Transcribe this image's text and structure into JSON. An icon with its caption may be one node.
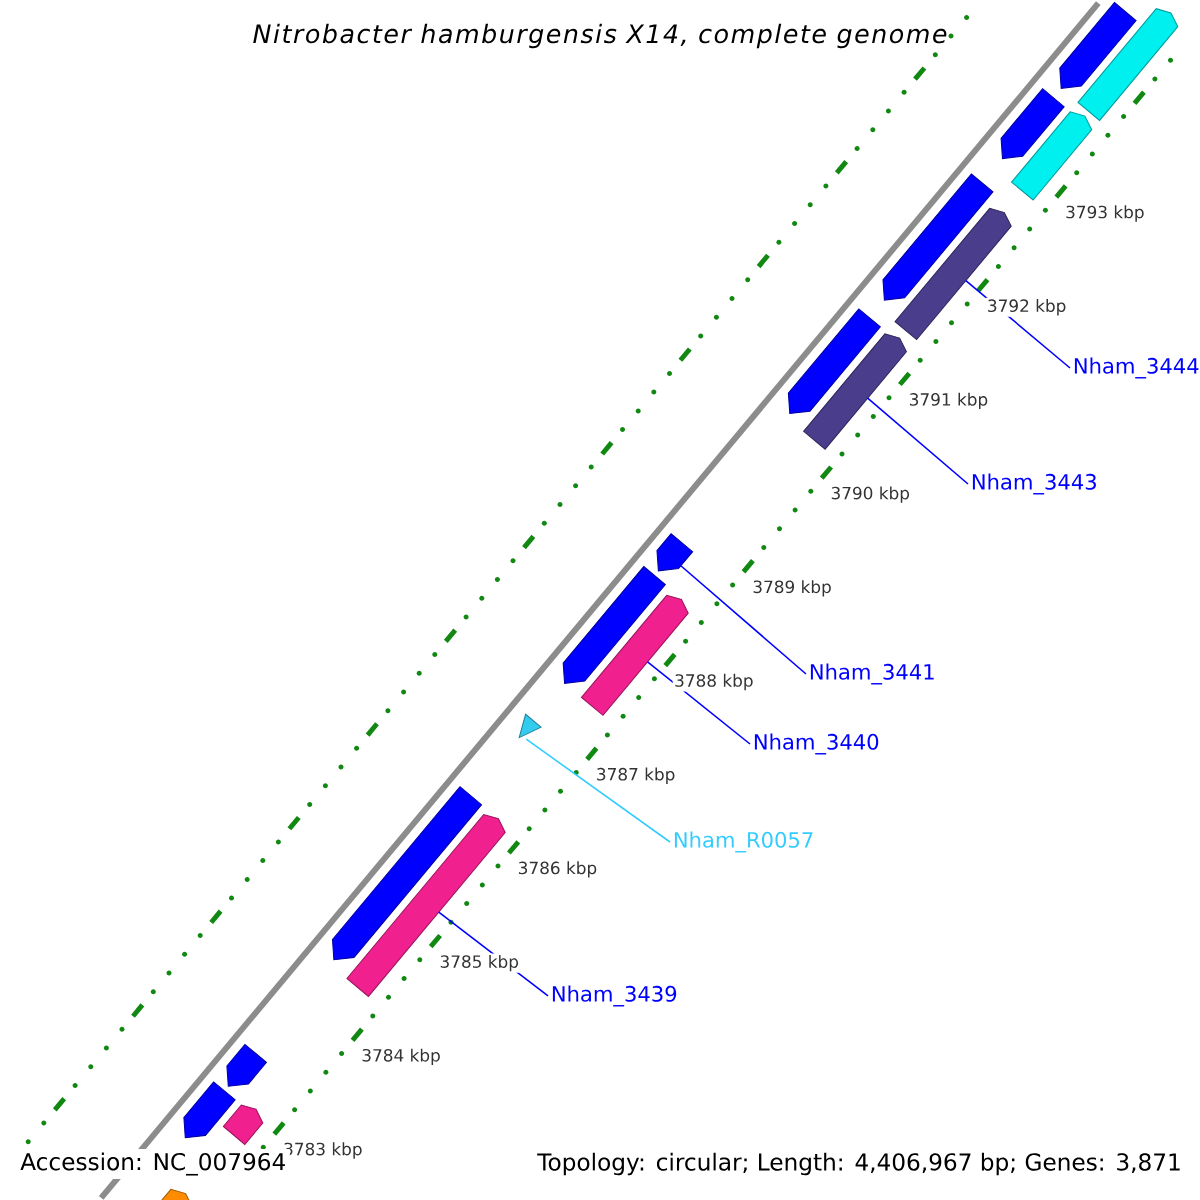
{
  "diagram": {
    "title": "Nitrobacter hamburgensis X14, complete genome",
    "nodes": [
      {
        "text": [
          "Nham_3444"
        ]
      },
      {
        "text": [
          "Nham_3443"
        ]
      },
      {
        "text": [
          "Nham_3441"
        ]
      },
      {
        "text": [
          "Nham_3440"
        ]
      },
      {
        "text": [
          "Nham_R0057"
        ]
      },
      {
        "text": [
          "Nham_3439"
        ]
      },
      {
        "text": [],
        "shape": "bar"
      },
      {
        "text": [],
        "shape": "bar"
      },
      {
        "text": [],
        "shape": "bar"
      },
      {
        "text": [],
        "shape": "bar"
      },
      {
        "text": [],
        "shape": "bar"
      },
      {
        "text": [],
        "shape": "bar"
      },
      {
        "text": [],
        "shape": "triangle"
      },
      {
        "text": [],
        "shape": "bar"
      },
      {
        "text": [],
        "shape": "bar"
      },
      {
        "text": [],
        "shape": "bar"
      },
      {
        "text": [],
        "shape": "bar"
      },
      {
        "text": [],
        "shape": "bar"
      },
      {
        "text": [],
        "shape": "bar"
      },
      {
        "text": [],
        "shape": "bar"
      },
      {
        "text": [],
        "shape": "bar"
      },
      {
        "text": [],
        "shape": "bar"
      },
      {
        "text": [],
        "shape": "bar"
      },
      {
        "text": [],
        "shape": "bar"
      }
    ],
    "edges": [
      {
        "from": 0,
        "to": 18,
        "arrow": "none"
      },
      {
        "from": 1,
        "to": 16,
        "arrow": "none"
      },
      {
        "from": 2,
        "to": 15,
        "arrow": "none"
      },
      {
        "from": 3,
        "to": 14,
        "arrow": "none"
      },
      {
        "from": 4,
        "to": 12,
        "arrow": "none",
        "color": "#33ccff"
      },
      {
        "from": 5,
        "to": 10,
        "arrow": "none"
      }
    ],
    "labels": [
      "3793 kbp",
      "3792 kbp",
      "3791 kbp",
      "3790 kbp",
      "3789 kbp",
      "3788 kbp",
      "3787 kbp",
      "3786 kbp",
      "3785 kbp",
      "3784 kbp",
      "3783 kbp",
      "Accession: NC_007964",
      "Topology: circular; Length: 4,406,967 bp; Genes: 3,871"
    ]
  }
}
